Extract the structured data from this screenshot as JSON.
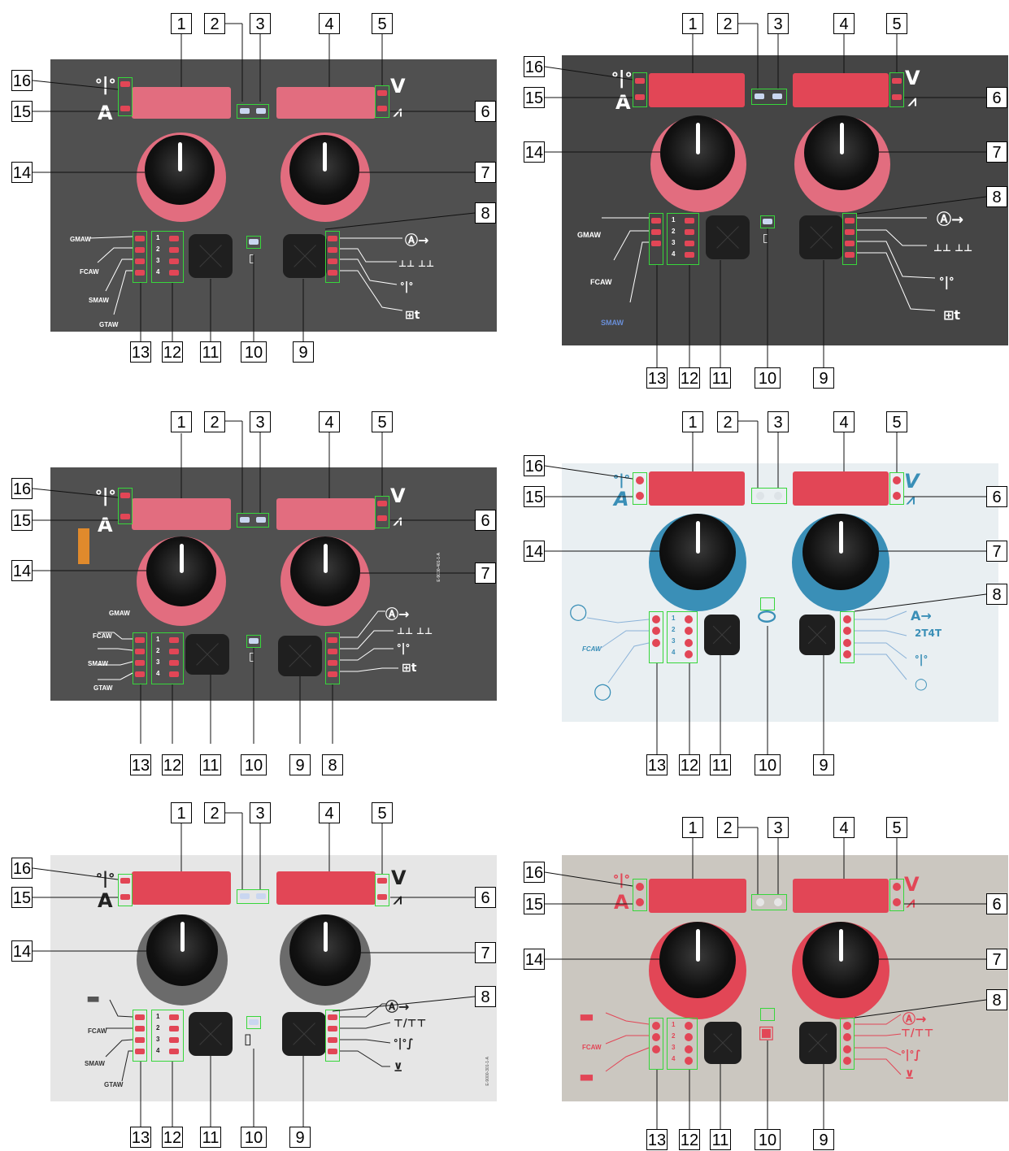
{
  "callouts": [
    "1",
    "2",
    "3",
    "4",
    "5",
    "6",
    "7",
    "8",
    "9",
    "10",
    "11",
    "12",
    "13",
    "14",
    "15",
    "16"
  ],
  "process_labels": {
    "gmaw": "GMAW",
    "fcaw": "FCAW",
    "smaw": "SMAW",
    "gtaw": "GTAW"
  },
  "symbols": {
    "amps": "A",
    "volts": "V"
  },
  "panel_code": "E-9000-401-1-A",
  "panel_code2": "E-9000-301-1-A",
  "program_numbers": [
    "1",
    "2",
    "3",
    "4"
  ],
  "colors": {
    "led_red": "#e24656",
    "display": "#e26d7f",
    "leader_green": "#37d63b",
    "dark_panel": "#505050",
    "light_panel": "#e9eff2",
    "tan_panel": "#cbc7c0",
    "arc_blue": "#3a8fb7"
  }
}
